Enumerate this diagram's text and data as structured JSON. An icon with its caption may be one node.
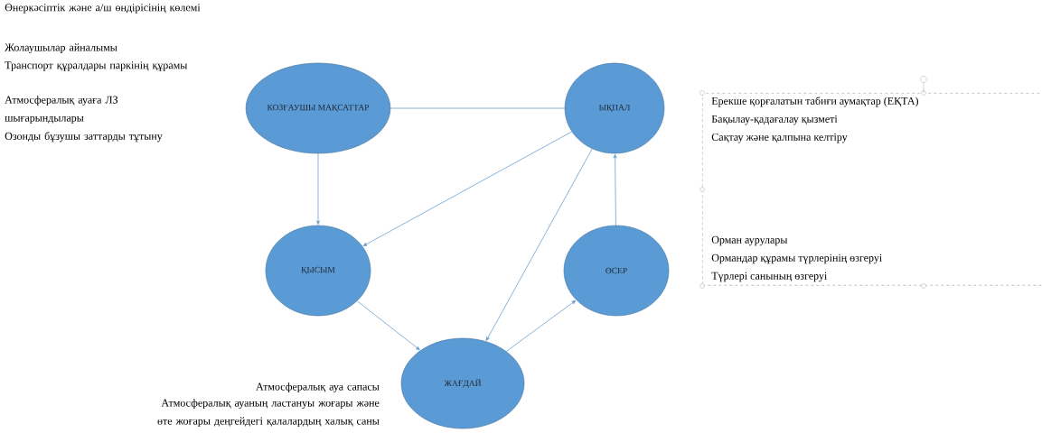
{
  "diagram": {
    "nodes": [
      {
        "text": [
          "КОЗҒАУШЫ МАҚСАТТАР"
        ]
      },
      {
        "text": [
          "ЫҚПАЛ"
        ]
      },
      {
        "text": [
          "ҚЫСЫМ"
        ]
      },
      {
        "text": [
          "ӨСЕР"
        ]
      },
      {
        "text": [
          "ЖАҒДАЙ"
        ]
      },
      {
        "text": [
          "Ерекше қорғалатын табиғи аумақтар (ЕҚТА)",
          "Бақылау-қадағалау қызметі",
          "Сақтау және қалпына келтіру",
          "Орман аурулары",
          "Ормандар құрамы түрлерінің өзгеруі",
          "Түрлері санының өзгеруі"
        ]
      }
    ],
    "edges": [
      {
        "from": 0,
        "to": 1,
        "arrow": "none"
      },
      {
        "from": 0,
        "to": 2,
        "arrow": "to"
      },
      {
        "from": 1,
        "to": 2,
        "arrow": "to"
      },
      {
        "from": 1,
        "to": 4,
        "arrow": "to"
      },
      {
        "from": 2,
        "to": 4,
        "arrow": "to"
      },
      {
        "from": 4,
        "to": 3,
        "arrow": "to"
      },
      {
        "from": 3,
        "to": 1,
        "arrow": "to"
      }
    ],
    "labels": [
      "Өнеркәсіптік және а/ш өндірісінің көлемі",
      "Жолаушылар айналымы",
      "Транспорт құралдары паркінің құрамы",
      "Атмосфералық ауаға ЛЗ шығарындылары",
      "Озонды бұзушы заттарды тұтыну",
      "Атмосфералық ауа сапасы",
      "Атмосфералық ауаның ластануы жоғары және өте жоғары деңгейдегі қалалардың халық саны"
    ]
  }
}
